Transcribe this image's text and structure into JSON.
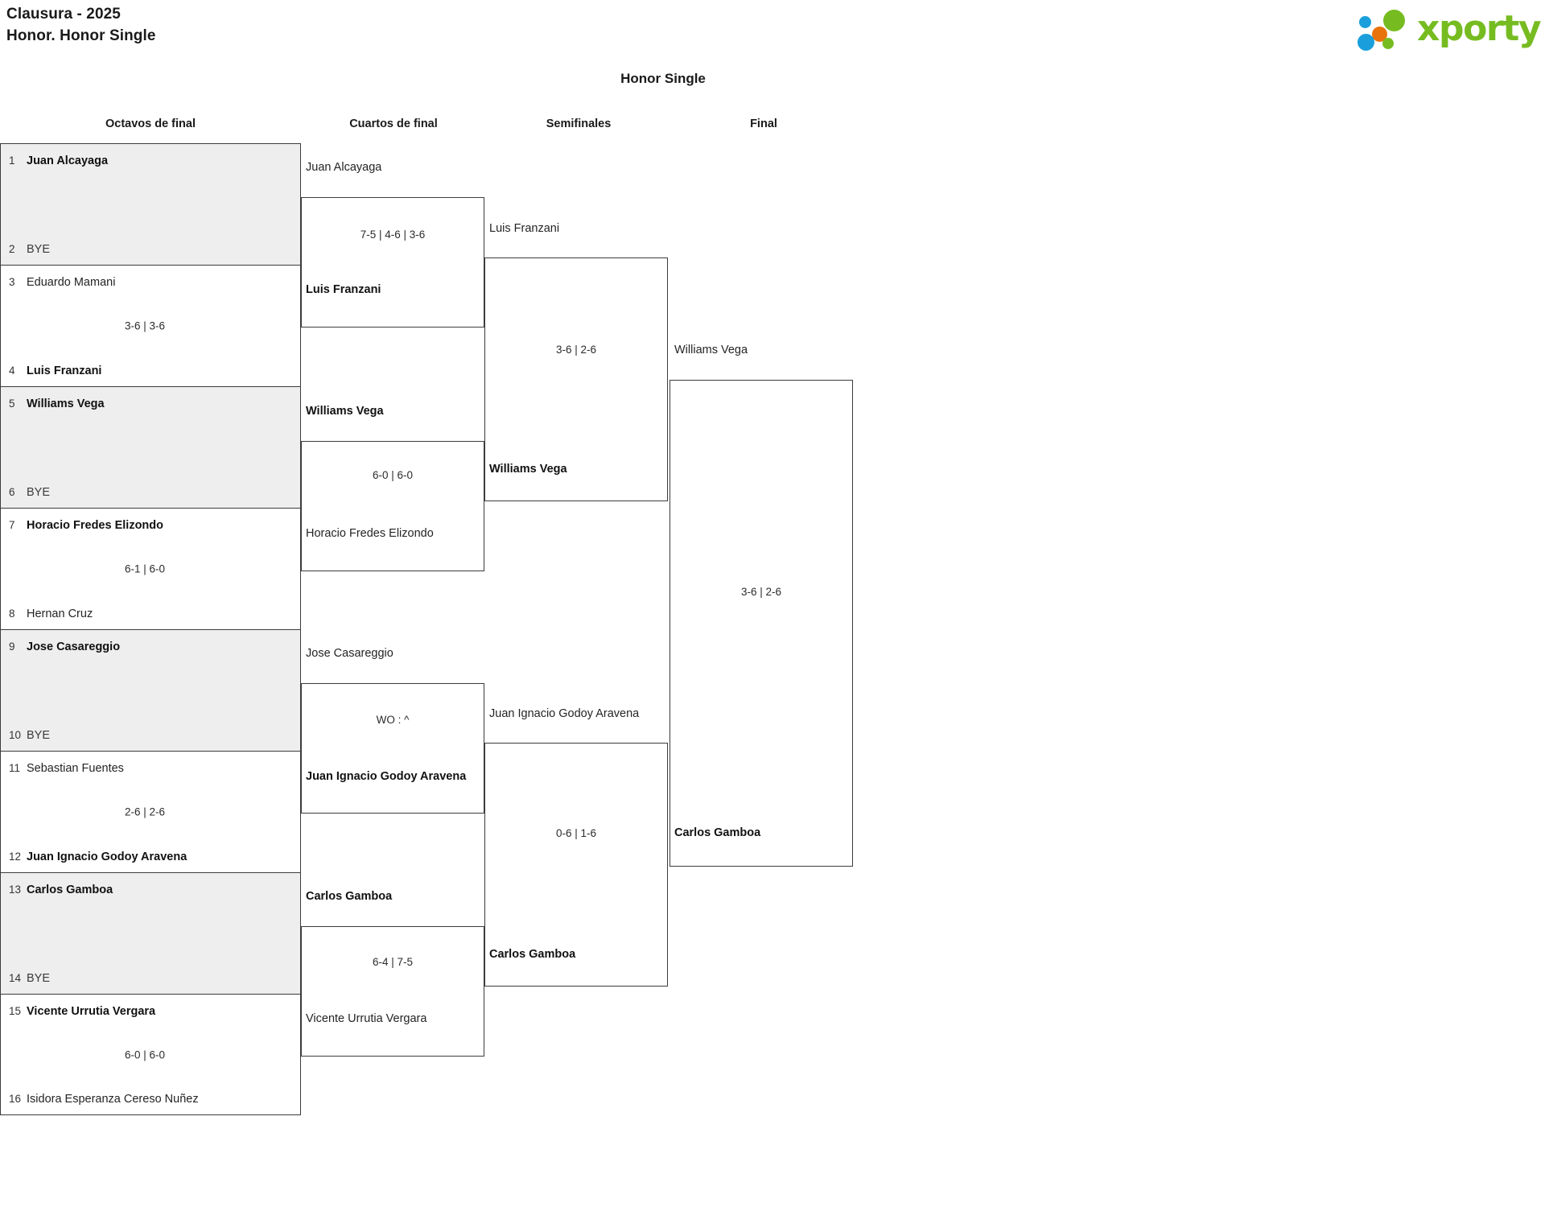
{
  "header": {
    "tournament": "Clausura - 2025",
    "category": "Honor. Honor Single",
    "logo_word": "xporty",
    "logo_colors": {
      "green": "#76bc21",
      "blue": "#1a9fdc",
      "orange": "#e8730c"
    }
  },
  "bracket_title": "Honor Single",
  "rounds": [
    {
      "label": "Octavos de final"
    },
    {
      "label": "Cuartos de final"
    },
    {
      "label": "Semifinales"
    },
    {
      "label": "Final"
    }
  ],
  "r16": [
    {
      "shaded": true,
      "top": {
        "seed": "1",
        "name": "Juan Alcayaga",
        "winner": true
      },
      "bottom": {
        "seed": "2",
        "name": "BYE",
        "winner": false
      },
      "score": ""
    },
    {
      "shaded": false,
      "top": {
        "seed": "3",
        "name": "Eduardo Mamani",
        "winner": false
      },
      "bottom": {
        "seed": "4",
        "name": "Luis Franzani",
        "winner": true
      },
      "score": "3-6 | 3-6"
    },
    {
      "shaded": true,
      "top": {
        "seed": "5",
        "name": "Williams Vega",
        "winner": true
      },
      "bottom": {
        "seed": "6",
        "name": "BYE",
        "winner": false
      },
      "score": ""
    },
    {
      "shaded": false,
      "top": {
        "seed": "7",
        "name": "Horacio Fredes Elizondo",
        "winner": true
      },
      "bottom": {
        "seed": "8",
        "name": "Hernan Cruz",
        "winner": false
      },
      "score": "6-1 | 6-0"
    },
    {
      "shaded": true,
      "top": {
        "seed": "9",
        "name": "Jose Casareggio",
        "winner": true
      },
      "bottom": {
        "seed": "10",
        "name": "BYE",
        "winner": false
      },
      "score": ""
    },
    {
      "shaded": false,
      "top": {
        "seed": "11",
        "name": "Sebastian Fuentes",
        "winner": false
      },
      "bottom": {
        "seed": "12",
        "name": "Juan Ignacio Godoy Aravena",
        "winner": true
      },
      "score": "2-6 | 2-6"
    },
    {
      "shaded": true,
      "top": {
        "seed": "13",
        "name": "Carlos Gamboa",
        "winner": true
      },
      "bottom": {
        "seed": "14",
        "name": "BYE",
        "winner": false
      },
      "score": ""
    },
    {
      "shaded": false,
      "top": {
        "seed": "15",
        "name": "Vicente Urrutia Vergara",
        "winner": true
      },
      "bottom": {
        "seed": "16",
        "name": "Isidora Esperanza Cereso Nuñez",
        "winner": false
      },
      "score": "6-0 | 6-0"
    }
  ],
  "quarterfinals": [
    {
      "top": {
        "name": "Juan Alcayaga",
        "winner": false
      },
      "bottom": {
        "name": "Luis Franzani",
        "winner": true
      },
      "score": "7-5 | 4-6 | 3-6"
    },
    {
      "top": {
        "name": "Williams Vega",
        "winner": true
      },
      "bottom": {
        "name": "Horacio Fredes Elizondo",
        "winner": false
      },
      "score": "6-0 | 6-0"
    },
    {
      "top": {
        "name": "Jose Casareggio",
        "winner": false
      },
      "bottom": {
        "name": "Juan Ignacio Godoy Aravena",
        "winner": true
      },
      "score": "WO : ^"
    },
    {
      "top": {
        "name": "Carlos Gamboa",
        "winner": true
      },
      "bottom": {
        "name": "Vicente Urrutia Vergara",
        "winner": false
      },
      "score": "6-4 | 7-5"
    }
  ],
  "semifinals": [
    {
      "top": {
        "name": "Luis Franzani",
        "winner": false
      },
      "bottom": {
        "name": "Williams Vega",
        "winner": true
      },
      "score": "3-6 | 2-6"
    },
    {
      "top": {
        "name": "Juan Ignacio Godoy Aravena",
        "winner": false
      },
      "bottom": {
        "name": "Carlos Gamboa",
        "winner": true
      },
      "score": "0-6 | 1-6"
    }
  ],
  "final": {
    "top": {
      "name": "Williams Vega",
      "winner": false
    },
    "bottom": {
      "name": "Carlos Gamboa",
      "winner": true
    },
    "score": "3-6 | 2-6"
  }
}
